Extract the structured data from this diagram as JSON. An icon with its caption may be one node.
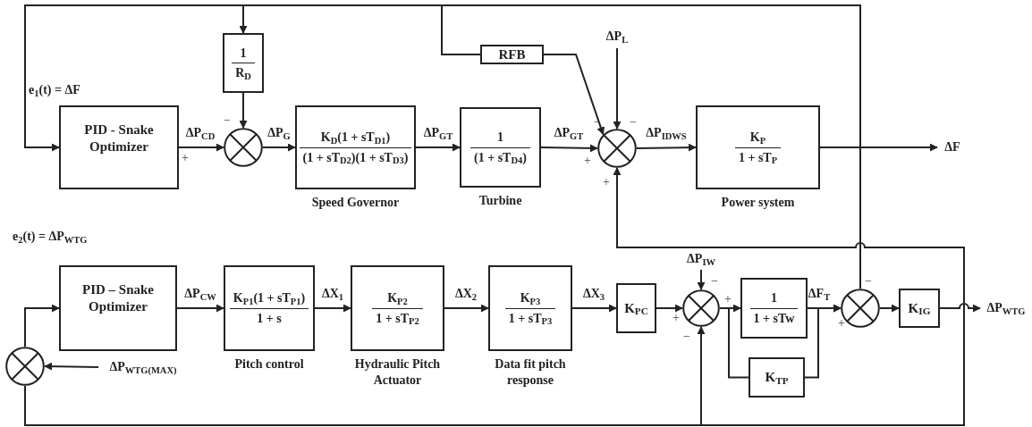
{
  "diagram": {
    "nodes": [
      {
        "text": [
          "PID - Snake Optimizer"
        ]
      },
      {
        "text": [
          "1",
          "R$_{D}$"
        ]
      },
      {
        "text": [],
        "shape": "circle"
      },
      {
        "text": [
          "K$_{D}$(1 + sT$_{D1}$)",
          "(1 + sT$_{D2}$)(1 + sT$_{D3}$)"
        ],
        "beside": [
          "Speed Governor"
        ]
      },
      {
        "text": [
          "1",
          "(1 + sT$_{D4}$)"
        ],
        "beside": [
          "Turbine"
        ]
      },
      {
        "text": [
          "RFB"
        ]
      },
      {
        "text": [
          "ΔP$_{L}$"
        ]
      },
      {
        "text": [],
        "shape": "circle"
      },
      {
        "text": [
          "K$_{P}$",
          "1 + sT$_{P}$"
        ],
        "beside": [
          "Power system"
        ]
      },
      {
        "text": [
          "ΔF"
        ]
      },
      {
        "text": [
          "PID – Snake Optimizer"
        ]
      },
      {
        "text": [],
        "shape": "circle"
      },
      {
        "text": [
          "ΔP$_{WTG(MAX)}$"
        ]
      },
      {
        "text": [
          "K$_{P1}$(1 + sT$_{P1}$)",
          "1 + s"
        ],
        "beside": [
          "Pitch control"
        ]
      },
      {
        "text": [
          "K$_{P2}$",
          "1 + sT$_{P2}$"
        ],
        "beside": [
          "Hydraulic Pitch Actuator"
        ]
      },
      {
        "text": [
          "K$_{P3}$",
          "1 + sT$_{P3}$"
        ],
        "beside": [
          "Data fit pitch response"
        ]
      },
      {
        "text": [
          "K$_{PC}$"
        ]
      },
      {
        "text": [
          "ΔP$_{IW}$"
        ]
      },
      {
        "text": [],
        "shape": "circle"
      },
      {
        "text": [
          "1",
          "1 + sTw"
        ]
      },
      {
        "text": [
          "K$_{TP}$"
        ]
      },
      {
        "text": [],
        "shape": "circle"
      },
      {
        "text": [
          "K$_{IG}$"
        ]
      },
      {
        "text": [
          "ΔP$_{WTG}$"
        ]
      }
    ],
    "edges": [
      {
        "from": 8,
        "to": 9,
        "arrow": "to"
      },
      {
        "from": 8,
        "to": 0,
        "arrow": "to"
      },
      {
        "from": 8,
        "to": 1,
        "arrow": "to"
      },
      {
        "from": 8,
        "to": 5,
        "arrow": "none"
      },
      {
        "from": 8,
        "to": 21,
        "arrow": "none"
      },
      {
        "from": 0,
        "to": 2,
        "arrow": "to",
        "label": "ΔP$_{CD}$"
      },
      {
        "from": 1,
        "to": 2,
        "arrow": "to"
      },
      {
        "from": 2,
        "to": 3,
        "arrow": "to",
        "label": "ΔP$_{G}$"
      },
      {
        "from": 3,
        "to": 4,
        "arrow": "to",
        "label": "ΔP$_{GT}$"
      },
      {
        "from": 4,
        "to": 7,
        "arrow": "to",
        "label": "ΔP$_{GT}$"
      },
      {
        "from": 5,
        "to": 7,
        "arrow": "to"
      },
      {
        "from": 6,
        "to": 7,
        "arrow": "to"
      },
      {
        "from": 7,
        "to": 8,
        "arrow": "to",
        "label": "ΔP$_{IDWS}$"
      },
      {
        "from": 11,
        "to": 10,
        "arrow": "to"
      },
      {
        "from": 10,
        "to": 13,
        "arrow": "to",
        "label": "ΔP$_{CW}$"
      },
      {
        "from": 13,
        "to": 14,
        "arrow": "to",
        "label": "ΔX$_{1}$"
      },
      {
        "from": 14,
        "to": 15,
        "arrow": "to",
        "label": "ΔX$_{2}$"
      },
      {
        "from": 15,
        "to": 16,
        "arrow": "to",
        "label": "ΔX$_{3}$"
      },
      {
        "from": 16,
        "to": 18,
        "arrow": "to"
      },
      {
        "from": 17,
        "to": 18,
        "arrow": "to"
      },
      {
        "from": 18,
        "to": 19,
        "arrow": "to"
      },
      {
        "from": 18,
        "to": 20,
        "arrow": "none"
      },
      {
        "from": 20,
        "to": 21,
        "arrow": "to"
      },
      {
        "from": 19,
        "to": 21,
        "arrow": "to",
        "label": "ΔF$_{T}$"
      },
      {
        "from": 21,
        "to": 22,
        "arrow": "to"
      },
      {
        "from": 22,
        "to": 23,
        "arrow": "to"
      },
      {
        "from": 12,
        "to": 11,
        "arrow": "to"
      },
      {
        "from": 11,
        "to": 18,
        "arrow": "to"
      },
      {
        "from": 11,
        "to": 7,
        "arrow": "to"
      }
    ],
    "labels": [
      "e$_{1}$(t) = ΔF",
      "−",
      "+",
      "−",
      "−",
      "+",
      "+",
      "e$_{2}$(t) = ΔP$_{WTG}$",
      "−",
      "−",
      "+",
      "+",
      "+",
      "−"
    ]
  }
}
